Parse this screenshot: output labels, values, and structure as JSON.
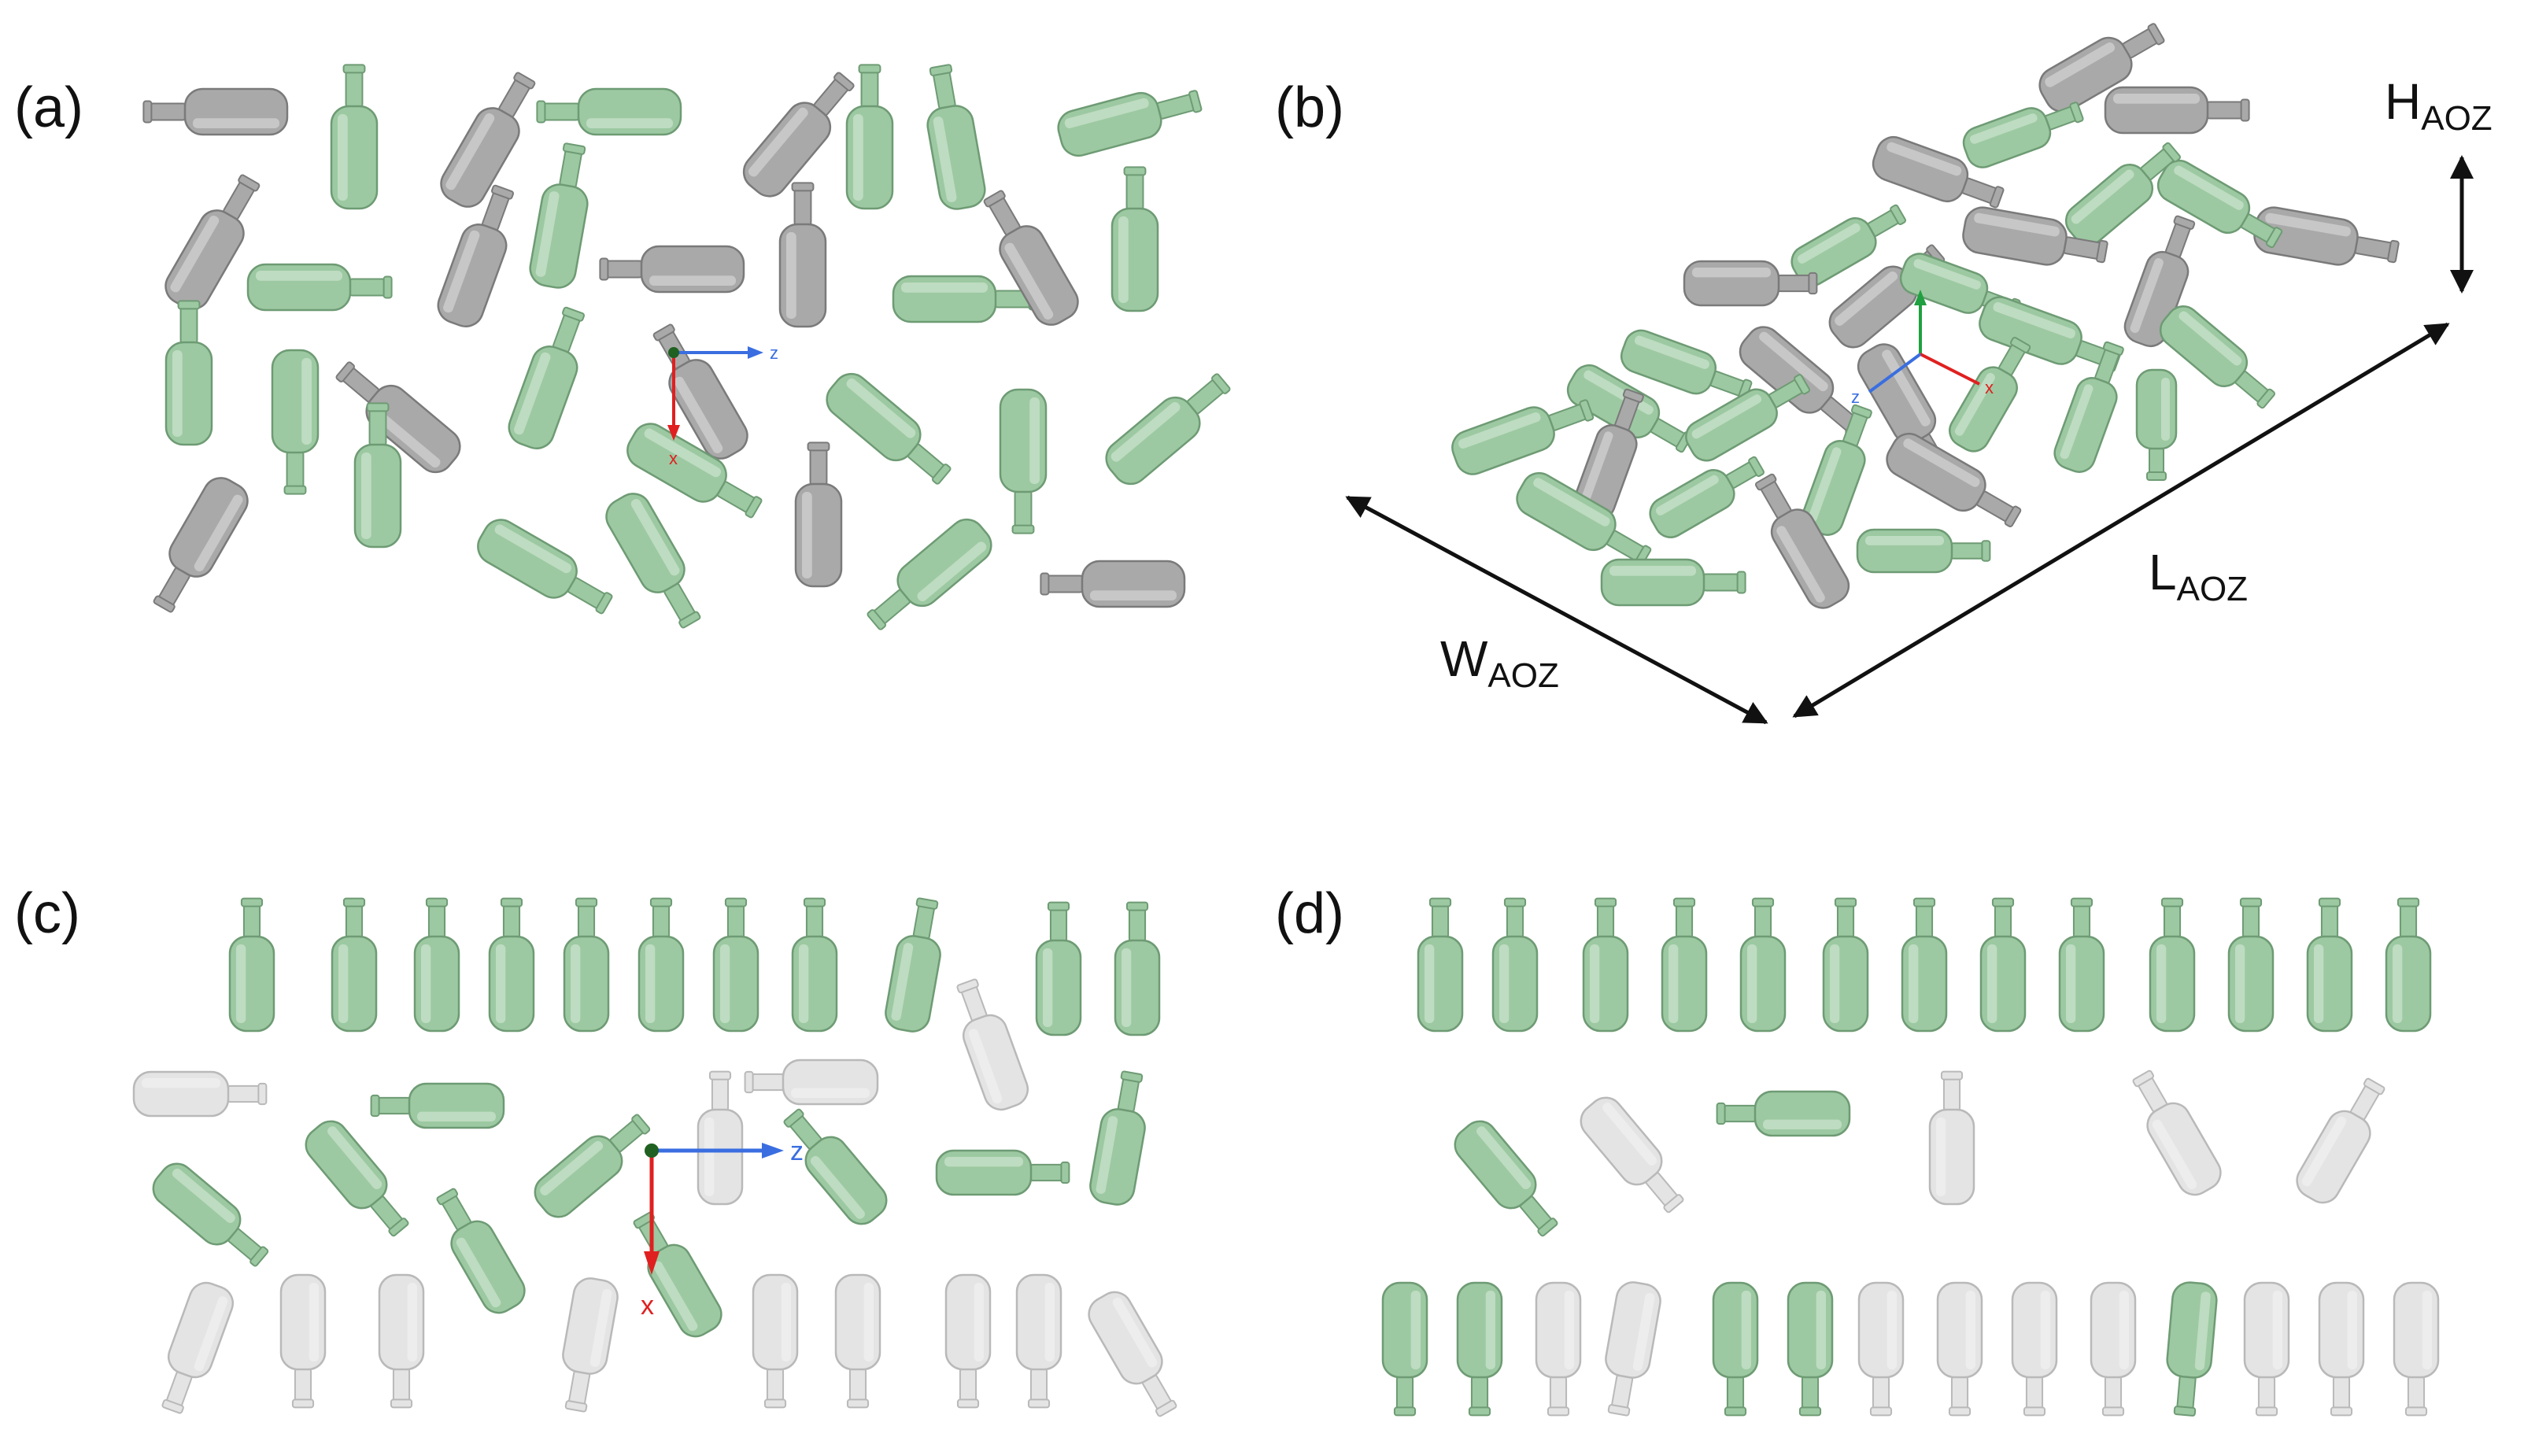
{
  "panels": [
    {
      "id": "a",
      "label": "(a)"
    },
    {
      "id": "b",
      "label": "(b)"
    },
    {
      "id": "c",
      "label": "(c)"
    },
    {
      "id": "d",
      "label": "(d)"
    }
  ],
  "dimensions": {
    "height": {
      "main": "H",
      "sub": "AOZ"
    },
    "length": {
      "main": "L",
      "sub": "AOZ"
    },
    "width": {
      "main": "W",
      "sub": "AOZ"
    }
  },
  "axis_glyphs": {
    "x": "x",
    "z": "z"
  },
  "colors": {
    "green_body": "#9cc9a1",
    "green_dark": "#6e9b74",
    "gray_body": "#a9a9a9",
    "gray_dark": "#7a7a7a",
    "white_body": "#e4e4e4",
    "white_dark": "#b9b9b9",
    "axis_red": "#e02020",
    "axis_blue": "#3a6ee0",
    "axis_green": "#20a040"
  },
  "icons": [
    "cylinder-part-icon",
    "coordinate-axes-icon",
    "dimension-arrow-icon"
  ]
}
